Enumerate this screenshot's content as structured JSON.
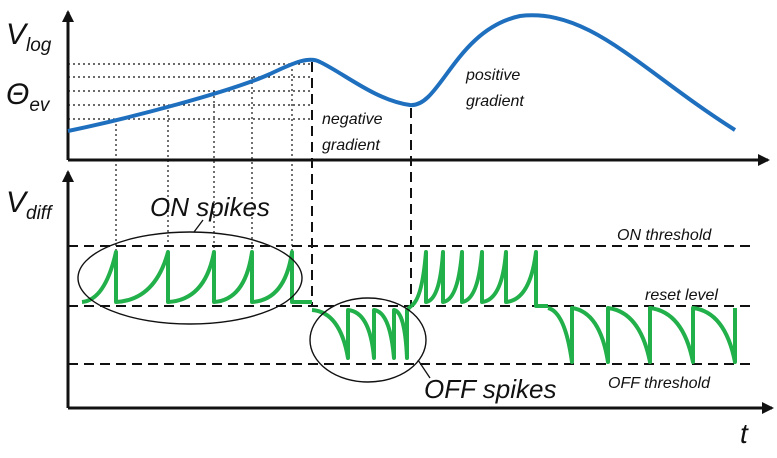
{
  "labels": {
    "v_log": "V",
    "v_log_sub": "log",
    "theta": "Θ",
    "theta_sub": "ev",
    "v_diff": "V",
    "v_diff_sub": "diff",
    "time_axis": "t",
    "negative_gradient_line1": "negative",
    "negative_gradient_line2": "gradient",
    "positive_gradient_line1": "positive",
    "positive_gradient_line2": "gradient",
    "on_spikes": "ON spikes",
    "off_spikes": "OFF spikes",
    "on_threshold": "ON threshold",
    "reset_level": "reset level",
    "off_threshold": "OFF threshold"
  },
  "colors": {
    "vlog_curve": "#1f6fbf",
    "vdiff_curve": "#22b04a",
    "axis": "#111111",
    "guide": "#111111"
  }
}
